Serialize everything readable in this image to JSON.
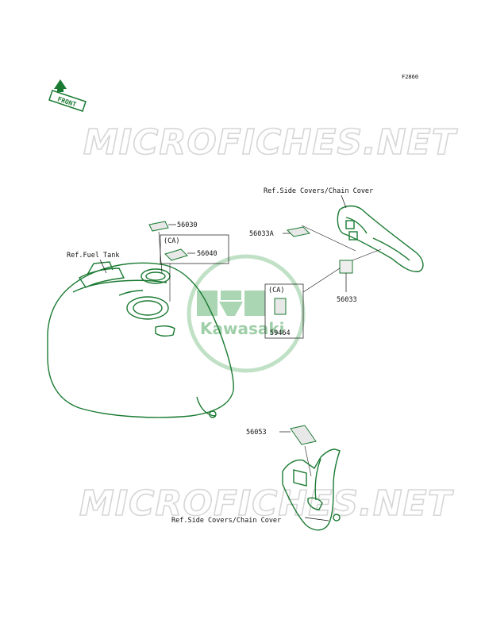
{
  "diagram_code": "F2860",
  "front_label": "FRONT",
  "watermark_text": "MICROFICHES.NET",
  "brand_logo_text": "Kawasaki",
  "colors": {
    "line": "#1a7a32",
    "watermark": "#d6d6d6",
    "logo": "#9ccfa6"
  },
  "labels": {
    "ref_side_covers_top": "Ref.Side Covers/Chain Cover",
    "ref_fuel_tank": "Ref.Fuel Tank",
    "ref_side_covers_bottom": "Ref.Side Covers/Chain Cover",
    "ca_1": "(CA)",
    "ca_2": "(CA)"
  },
  "parts": [
    {
      "number": "56030"
    },
    {
      "number": "56040"
    },
    {
      "number": "56033A"
    },
    {
      "number": "56033"
    },
    {
      "number": "59464"
    },
    {
      "number": "56053"
    }
  ]
}
